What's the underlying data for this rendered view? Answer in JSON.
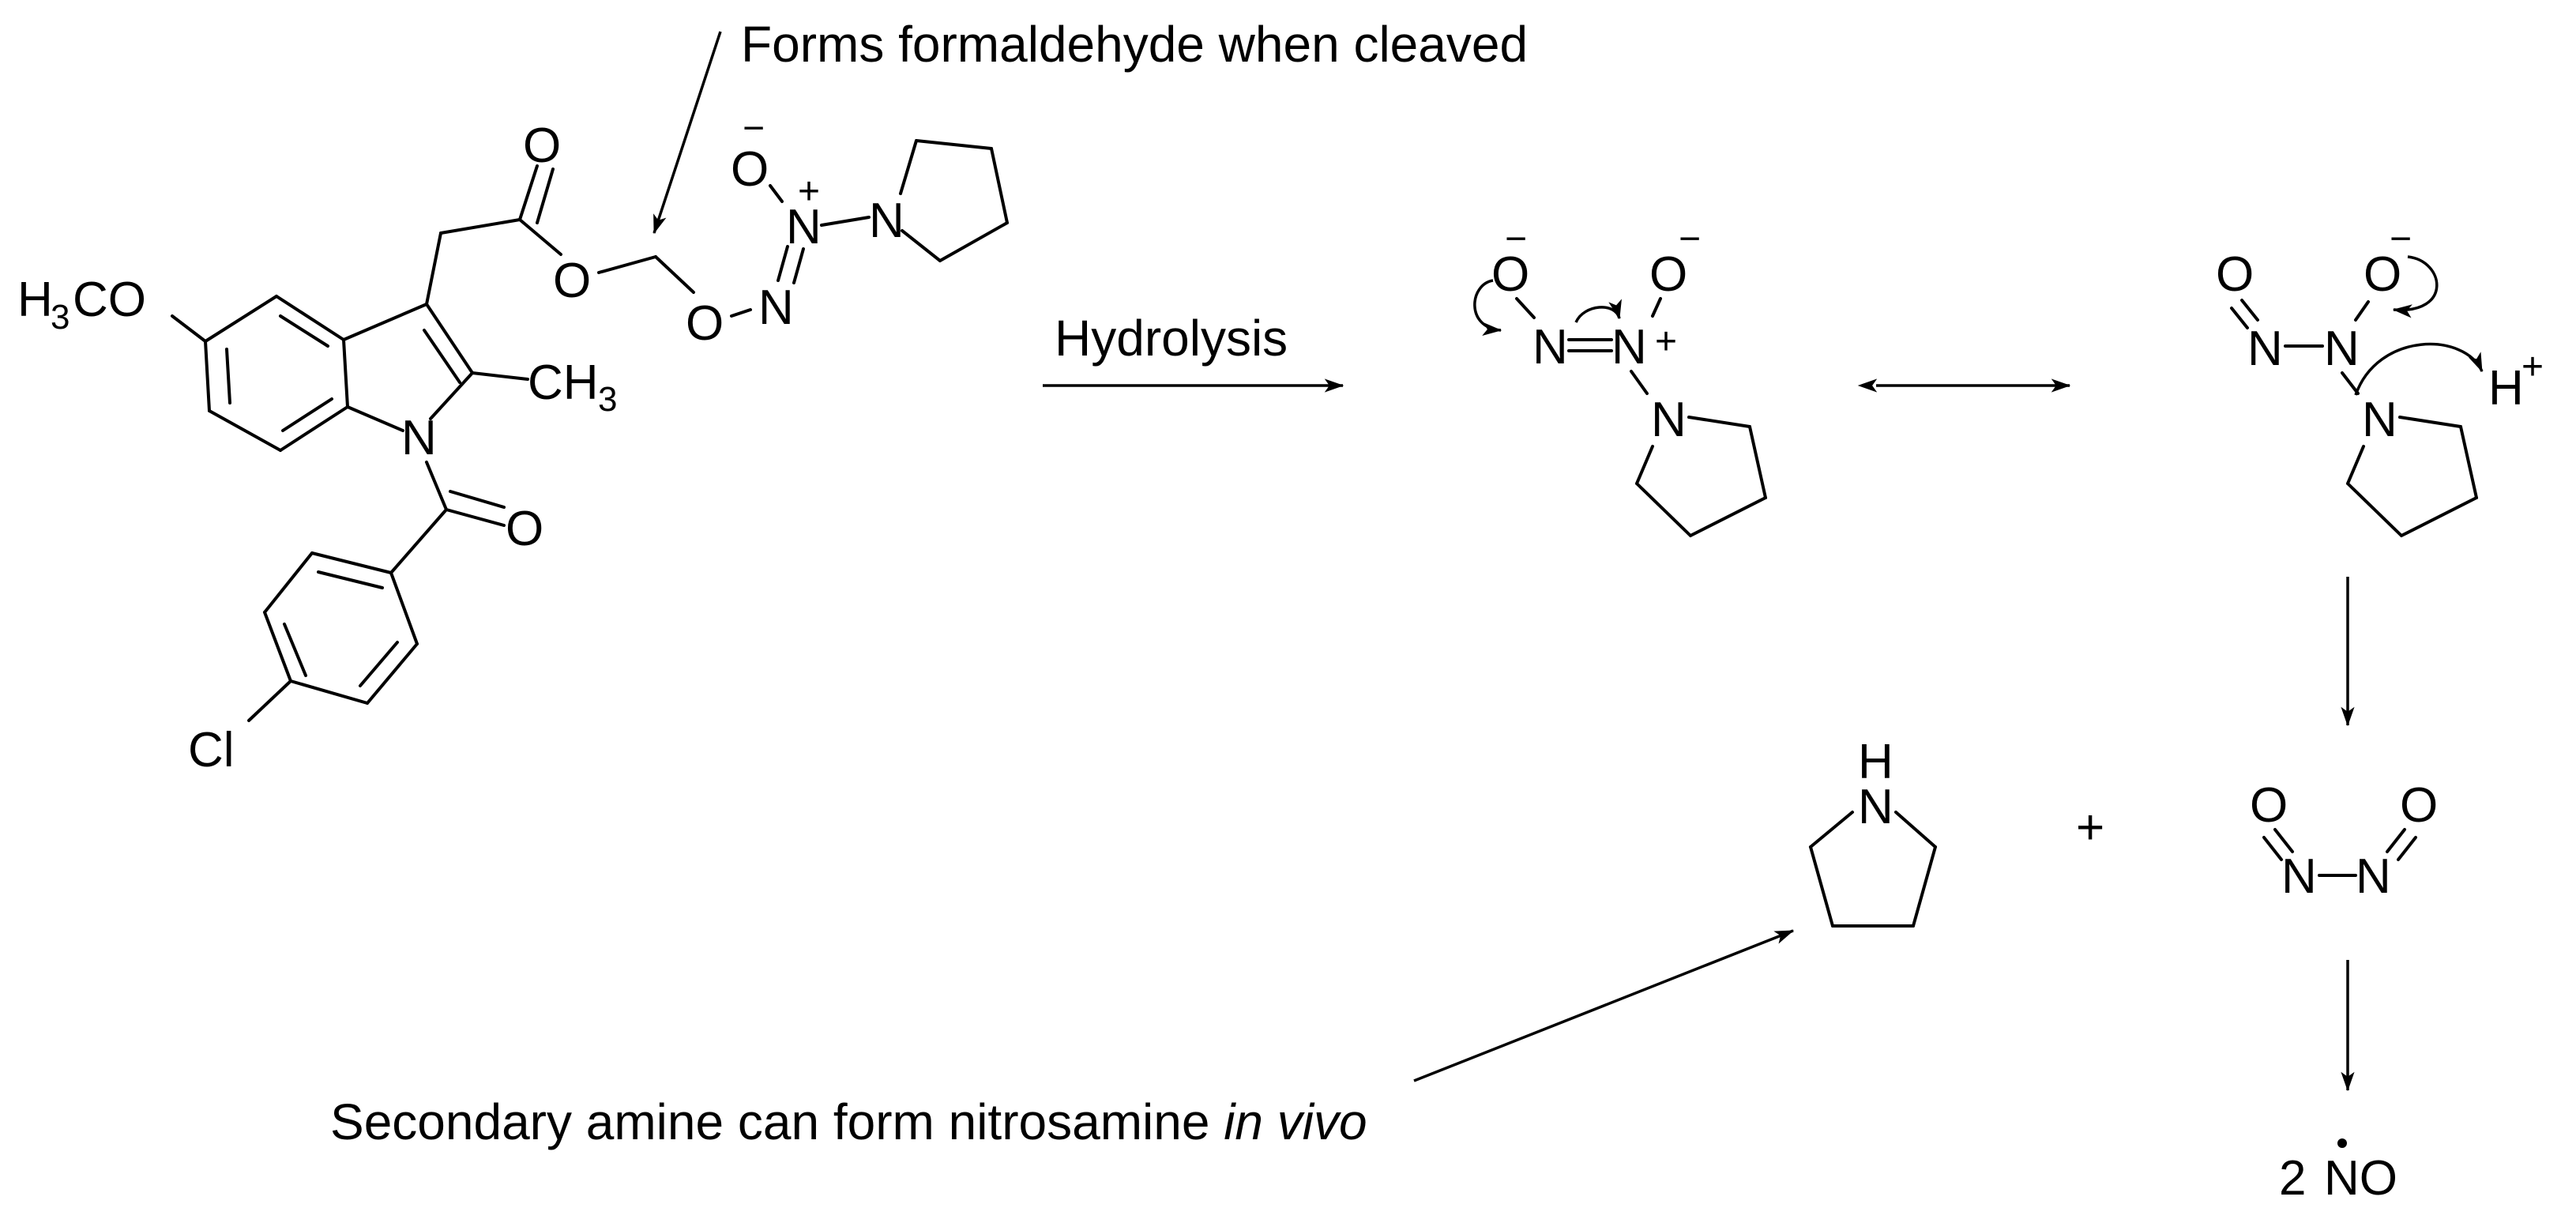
{
  "annotations": {
    "formaldehyde": "Forms formaldehyde when cleaved",
    "amine_prefix": "Secondary amine can form nitrosamine ",
    "amine_italic": "in vivo",
    "hydrolysis": "Hydrolysis"
  },
  "atoms": {
    "h3co_h": "H",
    "h3co_3": "3",
    "h3co_co": "CO",
    "ch3_c": "CH",
    "ch3_3": "3",
    "N": "N",
    "O": "O",
    "Cl": "Cl",
    "H": "H",
    "plus": "+",
    "minus": "−",
    "Hplus_H": "H",
    "Hplus_plus": "+",
    "product_plus": "+",
    "no_count": "2",
    "no_label": "NO"
  },
  "colors": {
    "ink": "#000000",
    "background": "#ffffff"
  }
}
